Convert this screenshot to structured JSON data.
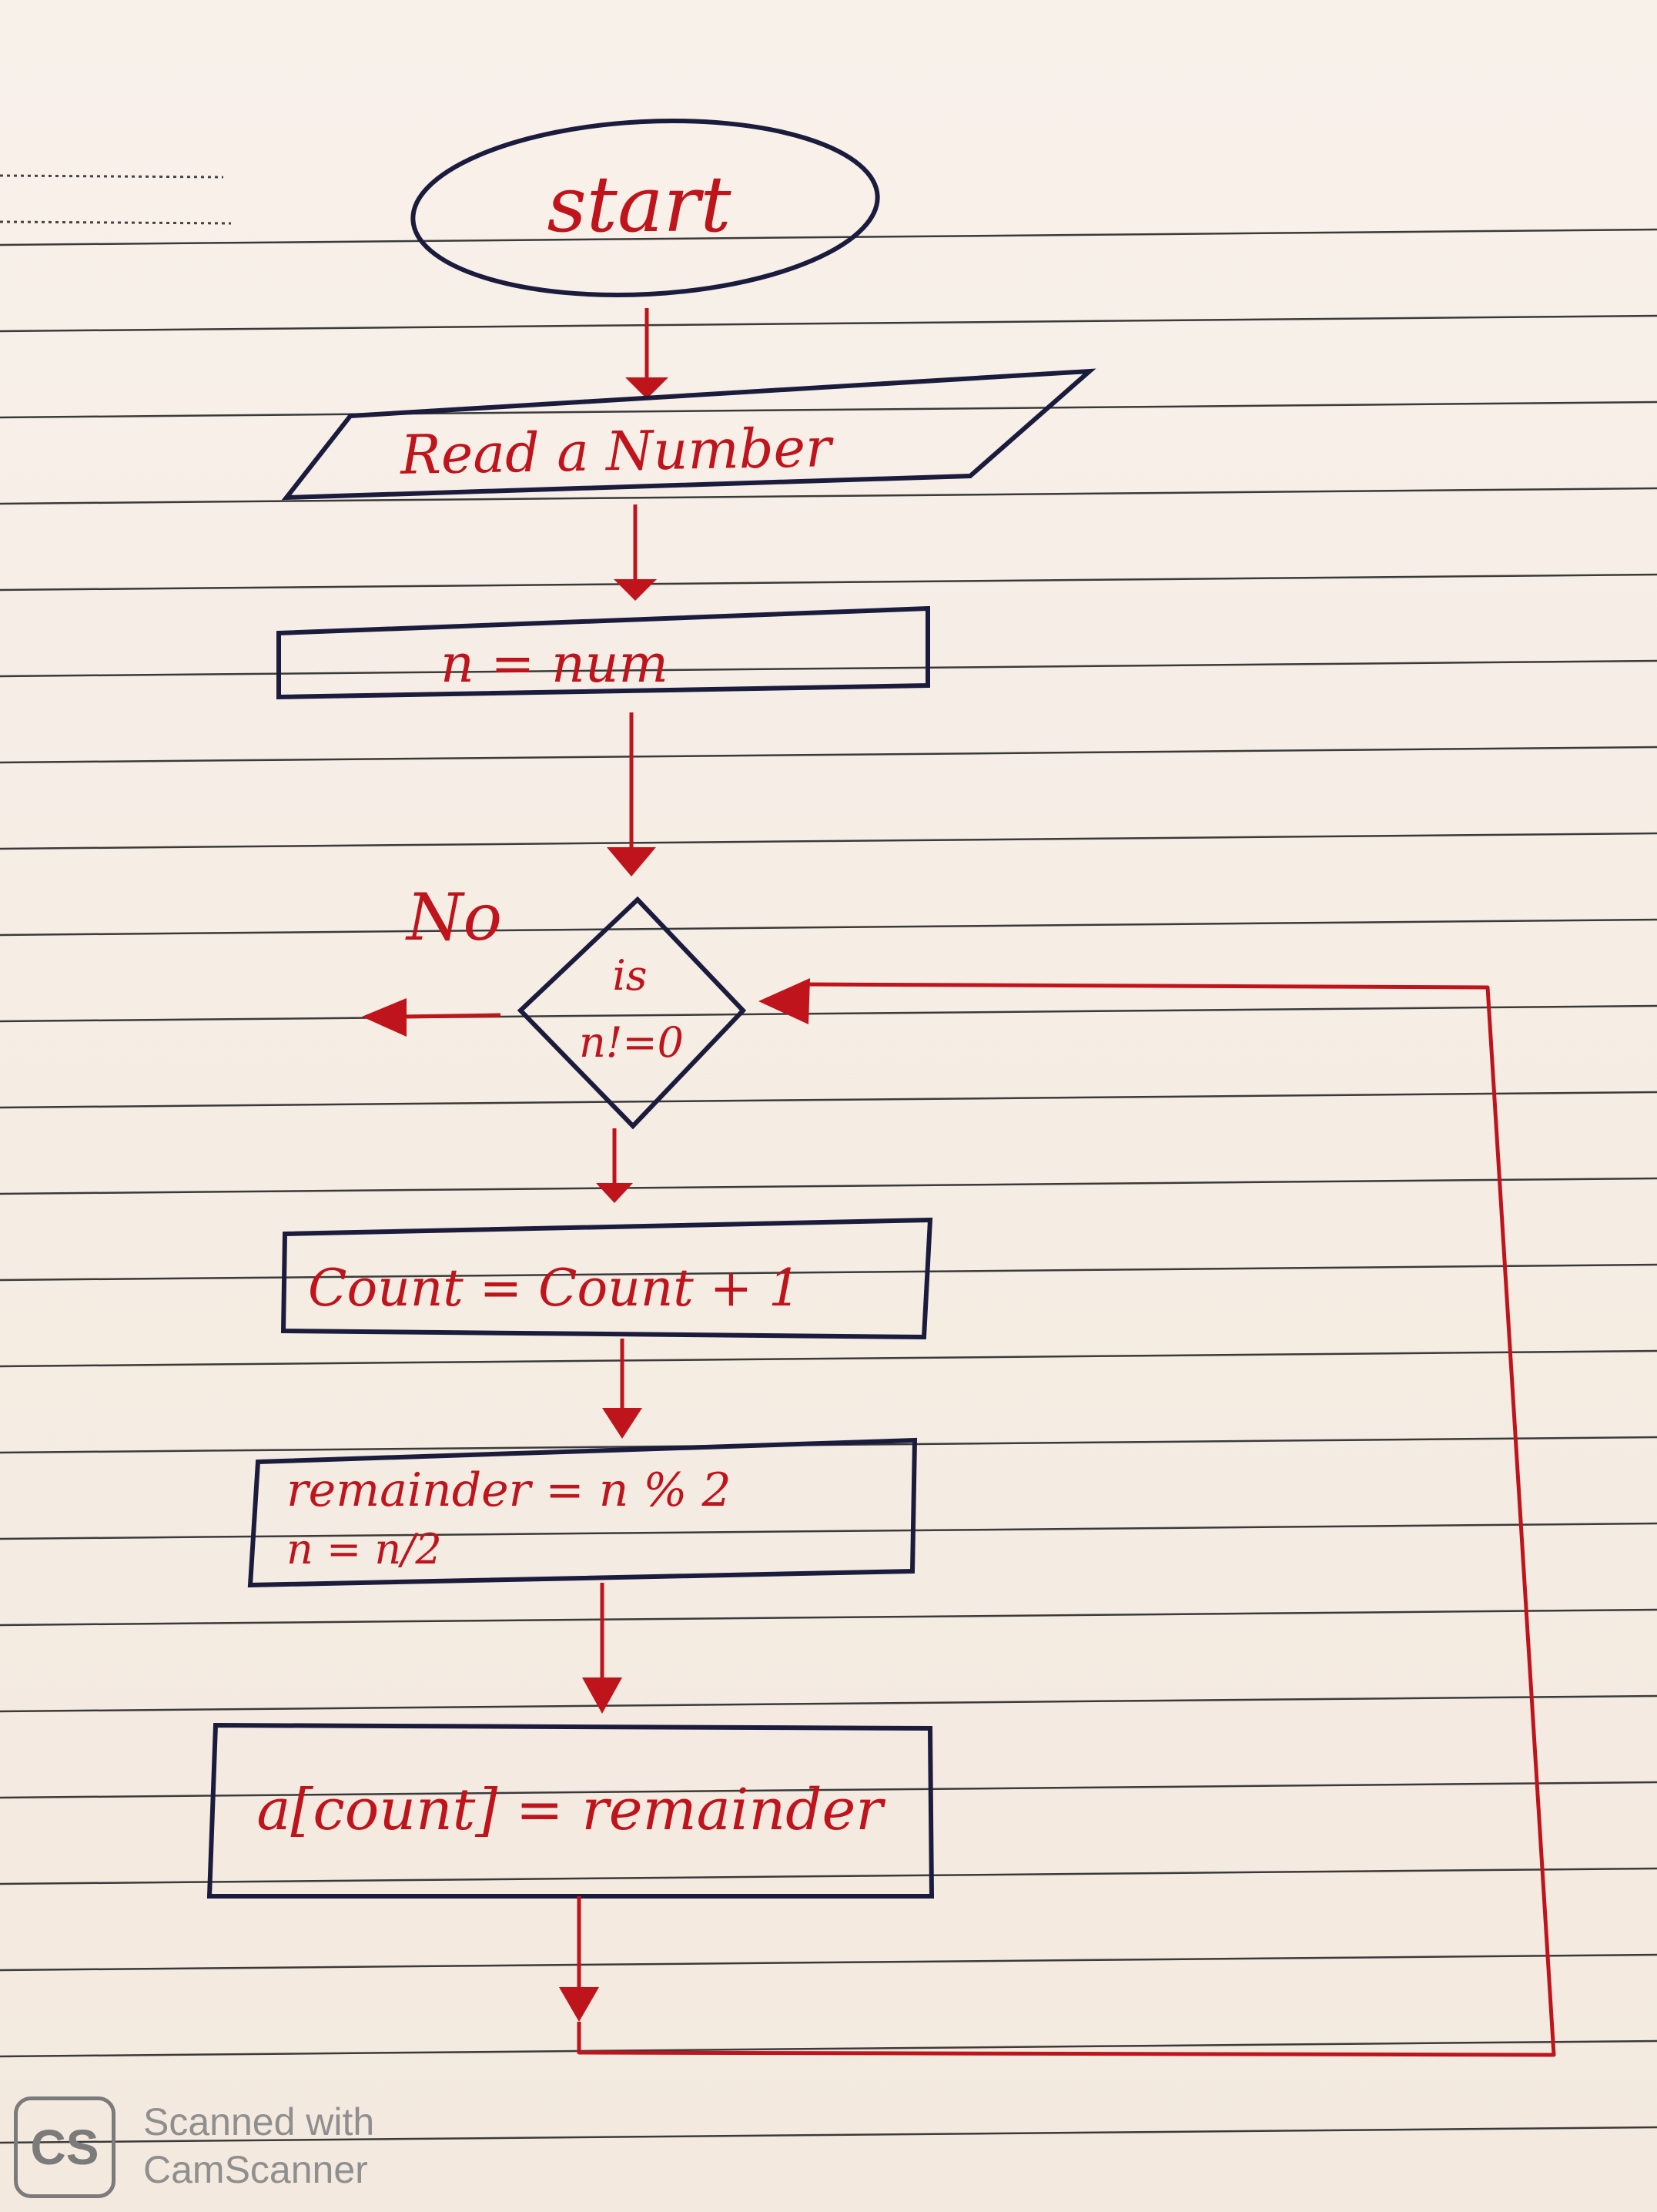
{
  "flowchart": {
    "start": "start",
    "input": "Read a Number",
    "assign": "n = num",
    "decision": {
      "line1": "is",
      "line2": "n!=0",
      "no_label": "No"
    },
    "count": "Count = Count + 1",
    "remainder": {
      "line1": "remainder = n % 2",
      "line2": "n = n/2"
    },
    "store": "a[count] = remainder"
  },
  "watermark": {
    "logo": "CS",
    "line1": "Scanned with",
    "line2": "CamScanner"
  },
  "colors": {
    "ink": "#1b1b3d",
    "red": "#c0141c",
    "paper": "#f6eee6",
    "rule": "#3a3a3a"
  }
}
